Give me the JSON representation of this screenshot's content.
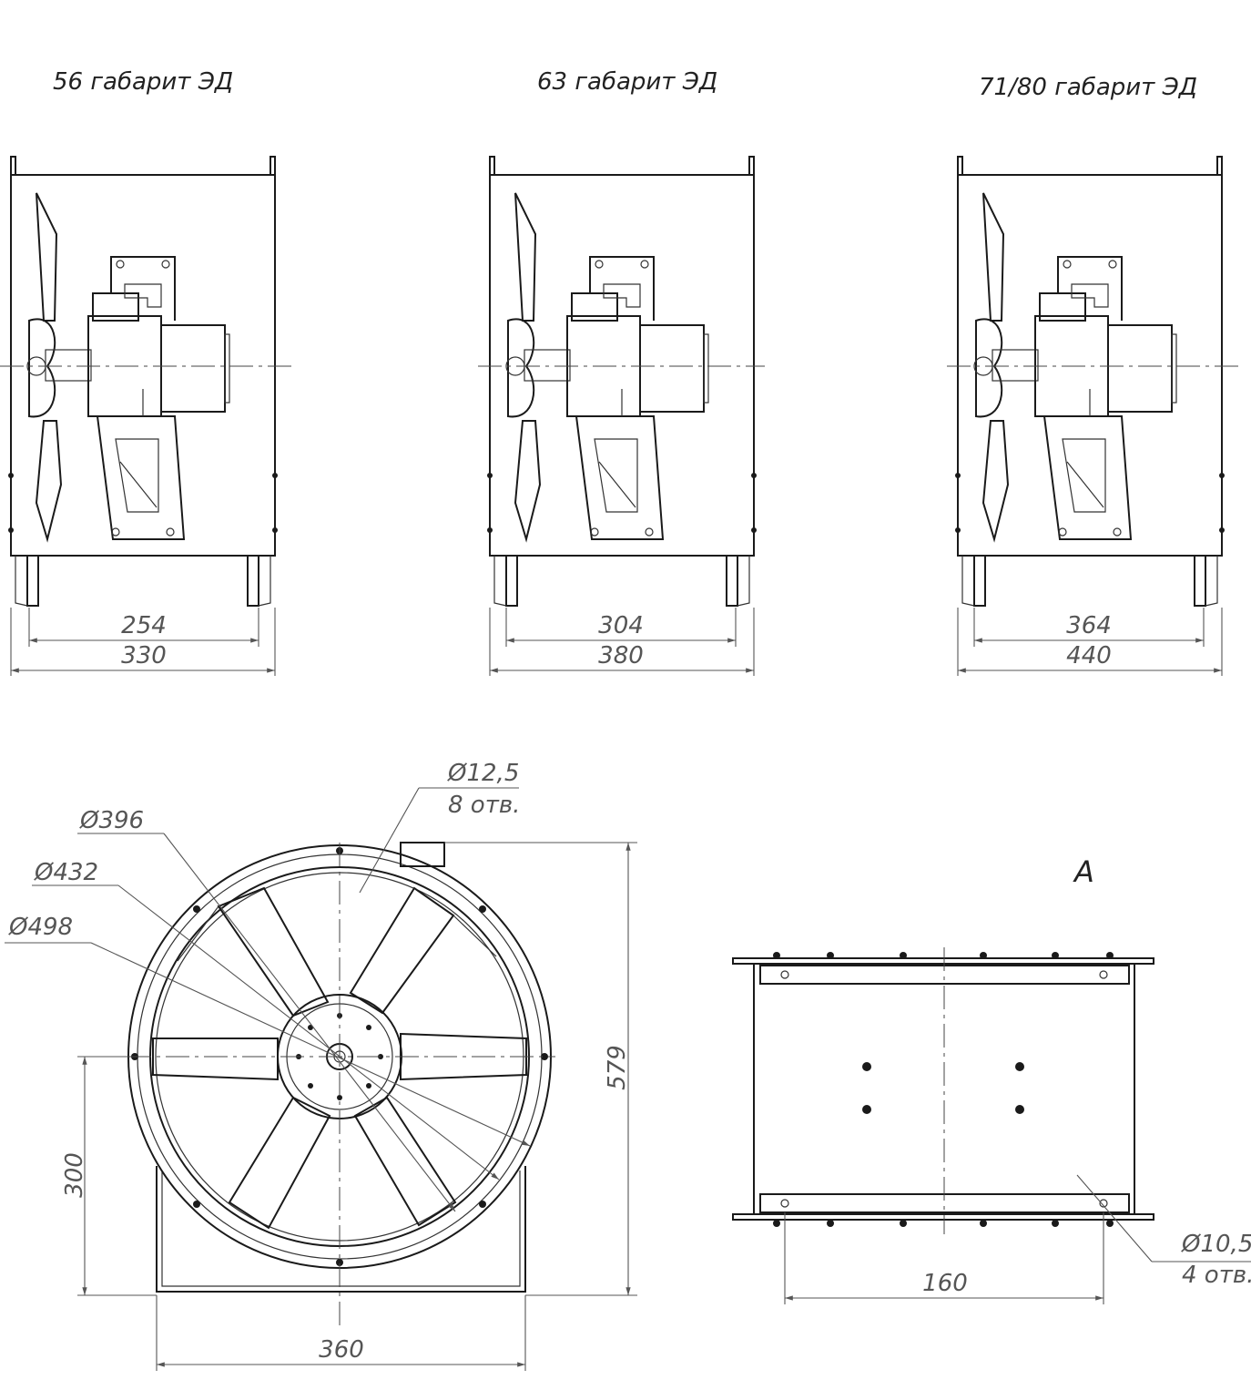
{
  "views": {
    "size56": {
      "title": "56 габарит ЭД",
      "dim_inner": "254",
      "dim_outer": "330"
    },
    "size63": {
      "title": "63 габарит ЭД",
      "dim_inner": "304",
      "dim_outer": "380"
    },
    "size7180": {
      "title": "71/80 габарит ЭД",
      "dim_inner": "364",
      "dim_outer": "440"
    }
  },
  "front_view": {
    "hole_dia": "Ø12,5",
    "hole_count": "8 отв.",
    "dia_inner": "Ø396",
    "dia_middle": "Ø432",
    "dia_outer": "Ø498",
    "height_total": "579",
    "axis_height": "300",
    "base_width": "360"
  },
  "view_a": {
    "label": "A",
    "hole_dia": "Ø10,5",
    "hole_count": "4 отв.",
    "hole_spacing": "160"
  },
  "colors": {
    "ink": "#1a1a1a",
    "dimension": "#555555"
  }
}
